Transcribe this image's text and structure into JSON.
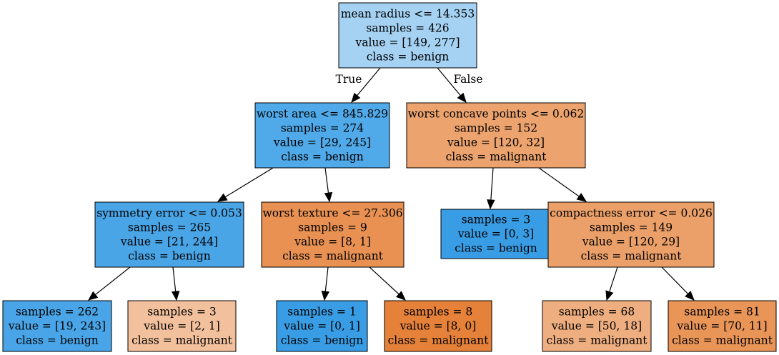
{
  "edge_labels": {
    "true_label": "True",
    "false_label": "False"
  },
  "nodes": [
    {
      "id": "n0",
      "lines": [
        "mean radius <= 14.353",
        "samples = 426",
        "value = [149, 277]",
        "class = benign"
      ],
      "fill": "#a5d2f3"
    },
    {
      "id": "n1",
      "lines": [
        "worst area <= 845.829",
        "samples = 274",
        "value = [29, 245]",
        "class = benign"
      ],
      "fill": "#50a9e8"
    },
    {
      "id": "n2",
      "lines": [
        "worst concave points <= 0.062",
        "samples = 152",
        "value = [120, 32]",
        "class = malignant"
      ],
      "fill": "#eca36e"
    },
    {
      "id": "n3",
      "lines": [
        "symmetry error <= 0.053",
        "samples = 265",
        "value = [21, 244]",
        "class = benign"
      ],
      "fill": "#4aa5e7"
    },
    {
      "id": "n4",
      "lines": [
        "worst texture <= 27.306",
        "samples = 9",
        "value = [8, 1]",
        "class = malignant"
      ],
      "fill": "#e89152"
    },
    {
      "id": "n5",
      "lines": [
        "samples = 3",
        "value = [0, 3]",
        "class = benign"
      ],
      "fill": "#399de5"
    },
    {
      "id": "n6",
      "lines": [
        "compactness error <= 0.026",
        "samples = 149",
        "value = [120, 29]",
        "class = malignant"
      ],
      "fill": "#eba069"
    },
    {
      "id": "n7",
      "lines": [
        "samples = 262",
        "value = [19, 243]",
        "class = benign"
      ],
      "fill": "#49a5e7"
    },
    {
      "id": "n8",
      "lines": [
        "samples = 3",
        "value = [2, 1]",
        "class = malignant"
      ],
      "fill": "#f2c09c"
    },
    {
      "id": "n9",
      "lines": [
        "samples = 1",
        "value = [0, 1]",
        "class = benign"
      ],
      "fill": "#399de5"
    },
    {
      "id": "n10",
      "lines": [
        "samples = 8",
        "value = [8, 0]",
        "class = malignant"
      ],
      "fill": "#e58139"
    },
    {
      "id": "n11",
      "lines": [
        "samples = 68",
        "value = [50, 18]",
        "class = malignant"
      ],
      "fill": "#eeae80"
    },
    {
      "id": "n12",
      "lines": [
        "samples = 81",
        "value = [70, 11]",
        "class = malignant"
      ],
      "fill": "#e99558"
    }
  ],
  "edges": [
    {
      "from": "n0",
      "to": "n1",
      "label": "True"
    },
    {
      "from": "n0",
      "to": "n2",
      "label": "False"
    },
    {
      "from": "n1",
      "to": "n3"
    },
    {
      "from": "n1",
      "to": "n4"
    },
    {
      "from": "n2",
      "to": "n5"
    },
    {
      "from": "n2",
      "to": "n6"
    },
    {
      "from": "n3",
      "to": "n7"
    },
    {
      "from": "n3",
      "to": "n8"
    },
    {
      "from": "n4",
      "to": "n9"
    },
    {
      "from": "n4",
      "to": "n10"
    },
    {
      "from": "n6",
      "to": "n11"
    },
    {
      "from": "n6",
      "to": "n12"
    }
  ]
}
